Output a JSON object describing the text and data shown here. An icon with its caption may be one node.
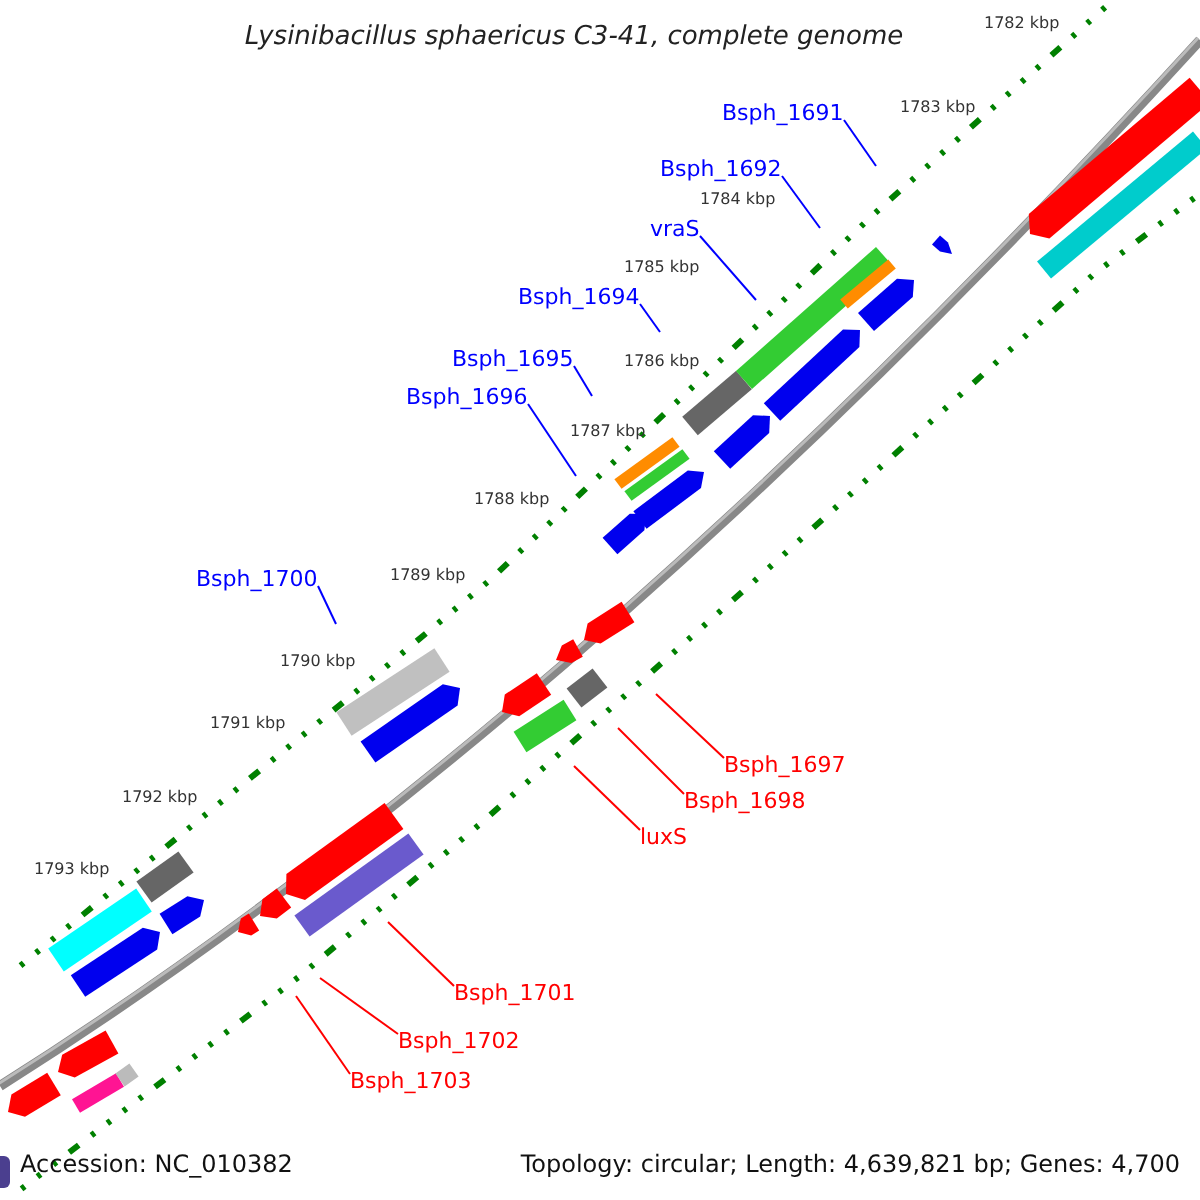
{
  "diagram": {
    "title": "Lysinibacillus sphaericus C3-41, complete genome",
    "nodes": [
      {
        "text": [
          "Bsph_1691"
        ]
      },
      {
        "text": [
          "Bsph_1692"
        ]
      },
      {
        "text": [
          "vraS"
        ]
      },
      {
        "text": [
          "Bsph_1694"
        ]
      },
      {
        "text": [
          "Bsph_1695"
        ]
      },
      {
        "text": [
          "Bsph_1696"
        ]
      },
      {
        "text": [
          "Bsph_1700"
        ]
      },
      {
        "text": [
          "Bsph_1697"
        ]
      },
      {
        "text": [
          "Bsph_1698"
        ]
      },
      {
        "text": [
          "luxS"
        ]
      },
      {
        "text": [
          "Bsph_1701"
        ]
      },
      {
        "text": [
          "Bsph_1702"
        ]
      },
      {
        "text": [
          "Bsph_1703"
        ]
      }
    ],
    "edges": [
      {
        "from": 0,
        "to": null,
        "arrow": "none"
      },
      {
        "from": 1,
        "to": null,
        "arrow": "none"
      },
      {
        "from": 2,
        "to": null,
        "arrow": "none"
      },
      {
        "from": 3,
        "to": null,
        "arrow": "none"
      },
      {
        "from": 4,
        "to": null,
        "arrow": "none"
      },
      {
        "from": 5,
        "to": null,
        "arrow": "none"
      },
      {
        "from": 6,
        "to": null,
        "arrow": "none"
      },
      {
        "from": 7,
        "to": null,
        "arrow": "none",
        "color": "#ff0000"
      },
      {
        "from": 8,
        "to": null,
        "arrow": "none",
        "color": "#ff0000"
      },
      {
        "from": 9,
        "to": null,
        "arrow": "none",
        "color": "#ff0000"
      },
      {
        "from": 10,
        "to": null,
        "arrow": "none",
        "color": "#ff0000"
      },
      {
        "from": 11,
        "to": null,
        "arrow": "none",
        "color": "#ff0000"
      },
      {
        "from": 12,
        "to": null,
        "arrow": "none",
        "color": "#ff0000"
      }
    ],
    "labels": [
      "1782 kbp",
      "1783 kbp",
      "1784 kbp",
      "1785 kbp",
      "1786 kbp",
      "1787 kbp",
      "1788 kbp",
      "1789 kbp",
      "1790 kbp",
      "1791 kbp",
      "1792 kbp",
      "1793 kbp",
      "Accession: NC_010382",
      "Topology: circular; Length: 4,639,821 bp; Genes: 4,700"
    ]
  }
}
